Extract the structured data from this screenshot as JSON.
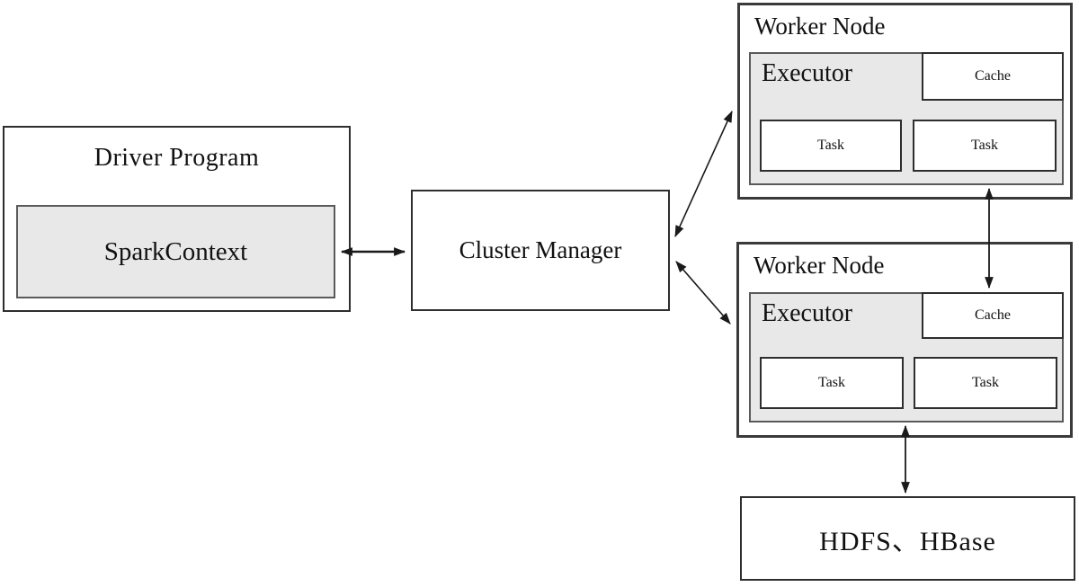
{
  "diagram": {
    "driver": {
      "title": "Driver Program",
      "spark_context_label": "SparkContext"
    },
    "cluster_manager": {
      "label": "Cluster Manager"
    },
    "worker_nodes": [
      {
        "title": "Worker Node",
        "executor_label": "Executor",
        "cache_label": "Cache",
        "tasks": [
          "Task",
          "Task"
        ]
      },
      {
        "title": "Worker Node",
        "executor_label": "Executor",
        "cache_label": "Cache",
        "tasks": [
          "Task",
          "Task"
        ]
      }
    ],
    "storage": {
      "label": "HDFS、HBase"
    },
    "colors": {
      "background": "#ffffff",
      "box_fill_gray": "#e8e8e8",
      "border_dark": "#2e2e2e",
      "border_gray": "#5a5a5a",
      "arrow": "#1a1a1a",
      "text": "#111111"
    }
  }
}
